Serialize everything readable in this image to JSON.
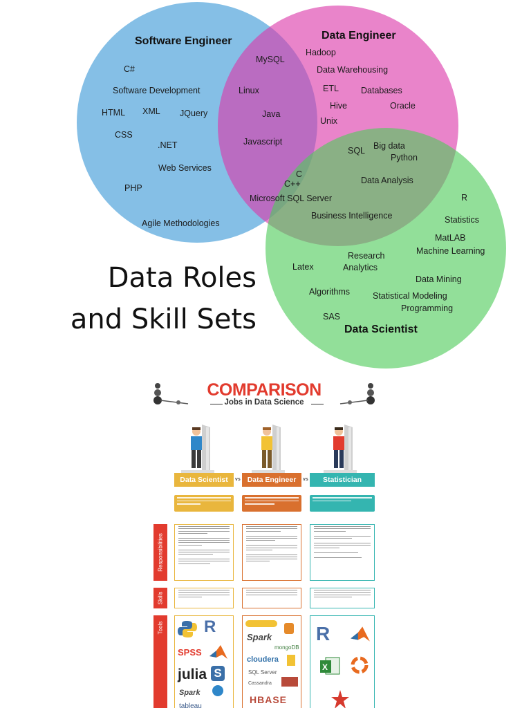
{
  "venn": {
    "colors": {
      "software": "#3a97d6",
      "data_engineer": "#dc38aa",
      "data_scientist": "#4fcc5a"
    },
    "circles": [
      {
        "name": "Software Engineer",
        "skills": [
          "C#",
          "Software Development",
          "HTML",
          "XML",
          "JQuery",
          "CSS",
          ".NET",
          "Web Services",
          "PHP",
          "Agile Methodologies"
        ]
      },
      {
        "name": "Data Engineer",
        "skills": [
          "Hadoop",
          "Data Warehousing",
          "ETL",
          "Databases",
          "Hive",
          "Oracle",
          "Unix"
        ]
      },
      {
        "name": "Data Scientist",
        "skills": [
          "R",
          "Statistics",
          "MatLAB",
          "Machine Learning",
          "Research",
          "Analytics",
          "Latex",
          "Data Mining",
          "Algorithms",
          "Statistical Modeling",
          "Programming",
          "SAS"
        ]
      }
    ],
    "overlap_software_data_engineer": [
      "MySQL",
      "Linux",
      "Java",
      "Javascript"
    ],
    "overlap_data_engineer_data_scientist": [
      "SQL",
      "Big data",
      "Python",
      "Data Analysis",
      "Business Intelligence"
    ],
    "overlap_all": [
      "C",
      "C++",
      "Microsoft SQL Server"
    ]
  },
  "headline": {
    "line1": "Data Roles",
    "line2": "and Skill Sets"
  },
  "infographic": {
    "title": "COMPARISON",
    "subtitle": "Jobs in Data Science",
    "vs_label": "vs",
    "roles": [
      {
        "label": "Data Scientist",
        "color": "#e9b63d",
        "shirt": "#2f87c9"
      },
      {
        "label": "Data Engineer",
        "color": "#d9702e",
        "shirt": "#f2c234"
      },
      {
        "label": "Statistician",
        "color": "#34b5b0",
        "shirt": "#e23b2e"
      }
    ],
    "sections": [
      "Responsibilities",
      "Skills",
      "Tools"
    ],
    "accent_color": "#e23b2e",
    "tools": {
      "data_scientist": [
        "R",
        "SPSS",
        "julia",
        "Spark",
        "tableau"
      ],
      "data_engineer": [
        "Spark",
        "mongoDB",
        "cloudera",
        "SQL Server",
        "Cassandra",
        "HBASE"
      ],
      "statistician": [
        "R"
      ]
    }
  }
}
